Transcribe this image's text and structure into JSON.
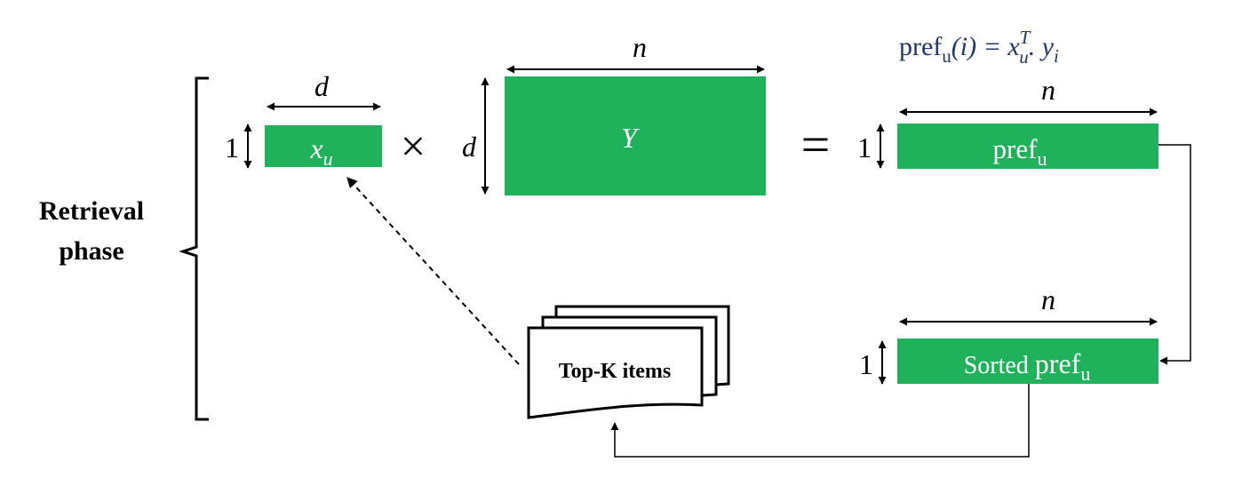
{
  "colors": {
    "block_fill": "#1fb25a",
    "formula_color": "#1f3864",
    "line": "#000000"
  },
  "phase_label": {
    "line1": "Retrieval",
    "line2": "phase"
  },
  "formula": {
    "lhs": "pref",
    "lhs_sub": "u",
    "paren": "(i) = x",
    "sup": "T",
    "sub": "u",
    "tail": ". y",
    "tail_sub": "i"
  },
  "xu_block": {
    "var": "x",
    "sub": "u",
    "dim_top": "d",
    "dim_left": "1"
  },
  "multiply": "×",
  "y_block": {
    "label": "Y",
    "dim_top": "n",
    "dim_left": "d"
  },
  "equals": "=",
  "pref_block": {
    "label": "pref",
    "sub": "u",
    "dim_top": "n",
    "dim_left": "1"
  },
  "sorted_block": {
    "prefix": "Sorted ",
    "label": "pref",
    "sub": "u",
    "dim_top": "n",
    "dim_left": "1"
  },
  "topk": {
    "label": "Top-K items"
  }
}
